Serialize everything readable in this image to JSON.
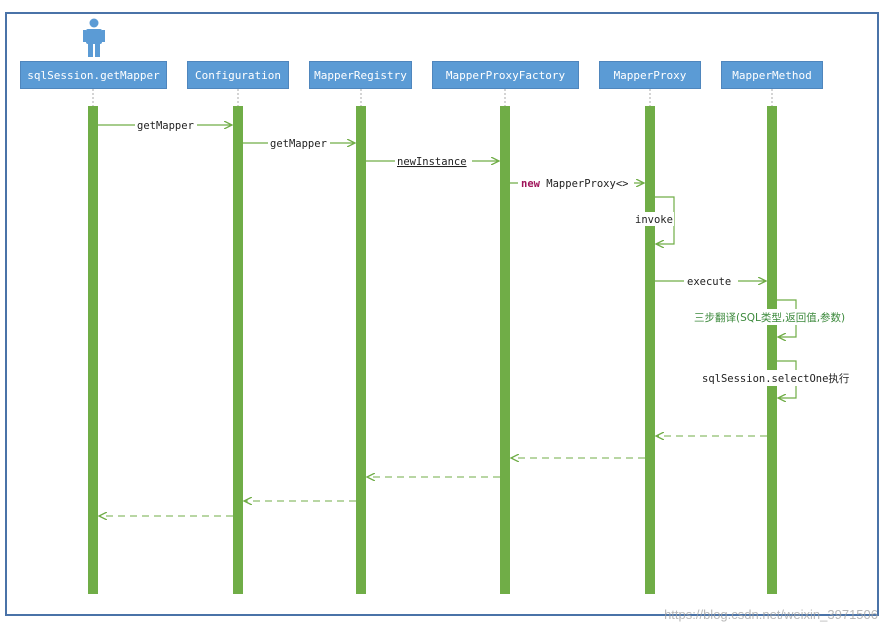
{
  "actors": [
    {
      "id": "a1",
      "label": "sqlSession.getMapper"
    },
    {
      "id": "a2",
      "label": "Configuration"
    },
    {
      "id": "a3",
      "label": "MapperRegistry"
    },
    {
      "id": "a4",
      "label": "MapperProxyFactory"
    },
    {
      "id": "a5",
      "label": "MapperProxy"
    },
    {
      "id": "a6",
      "label": "MapperMethod"
    }
  ],
  "messages": {
    "m1": "getMapper",
    "m2": "getMapper",
    "m3": "newInstance",
    "m4_keyword": "new",
    "m4_rest": " MapperProxy<>",
    "m5": "invoke",
    "m6": "execute",
    "m7": "三步翻译(SQL类型,返回值,参数)",
    "m8": "sqlSession.selectOne执行"
  },
  "icons": {
    "user": "user-icon"
  },
  "colors": {
    "actor_fill": "#5b9bd5",
    "lifeline": "#70ad47",
    "arrow": "#70ad47",
    "frame": "#4a73a8"
  },
  "watermark": "https://blog.csdn.net/weixin_3971506"
}
